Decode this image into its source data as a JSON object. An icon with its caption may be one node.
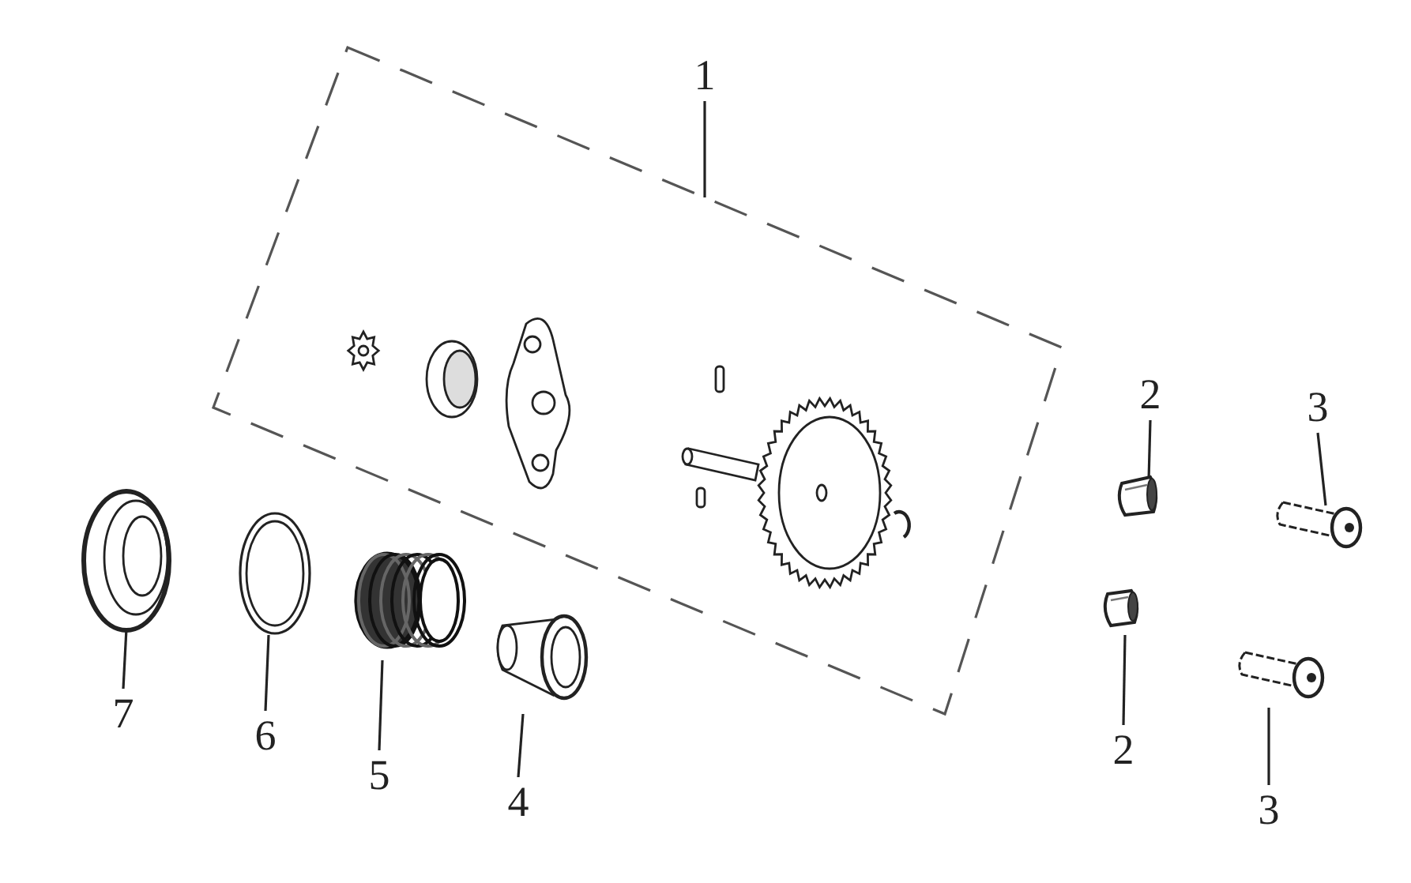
{
  "diagram": {
    "nodes": [
      {
        "text": [
          "1"
        ]
      },
      {
        "text": [],
        "shape": "box"
      },
      {
        "text": [
          "2"
        ]
      },
      {
        "text": [],
        "shape": "picture"
      },
      {
        "text": [
          "3"
        ]
      },
      {
        "text": [],
        "shape": "picture"
      },
      {
        "text": [],
        "shape": "picture"
      },
      {
        "text": [],
        "shape": "picture"
      },
      {
        "text": [],
        "shape": "picture"
      },
      {
        "text": [],
        "shape": "picture"
      },
      {
        "text": [],
        "shape": "picture"
      },
      {
        "text": [],
        "shape": "picture"
      },
      {
        "text": [
          "7"
        ]
      },
      {
        "text": [
          "6"
        ]
      },
      {
        "text": [
          "5"
        ]
      },
      {
        "text": [
          "4"
        ]
      },
      {
        "text": [
          "2"
        ]
      },
      {
        "text": [
          "3"
        ]
      }
    ],
    "edges": [
      {
        "from": 0,
        "to": 1,
        "arrow": "none"
      },
      {
        "from": 2,
        "to": 3,
        "arrow": "none"
      },
      {
        "from": 4,
        "to": 5,
        "arrow": "none"
      },
      {
        "from": 12,
        "to": 6,
        "arrow": "none"
      },
      {
        "from": 13,
        "to": 7,
        "arrow": "none"
      },
      {
        "from": 14,
        "to": 8,
        "arrow": "none"
      },
      {
        "from": 15,
        "to": 9,
        "arrow": "none"
      },
      {
        "from": 16,
        "to": 10,
        "arrow": "none"
      },
      {
        "from": 17,
        "to": 11,
        "arrow": "none"
      }
    ]
  }
}
